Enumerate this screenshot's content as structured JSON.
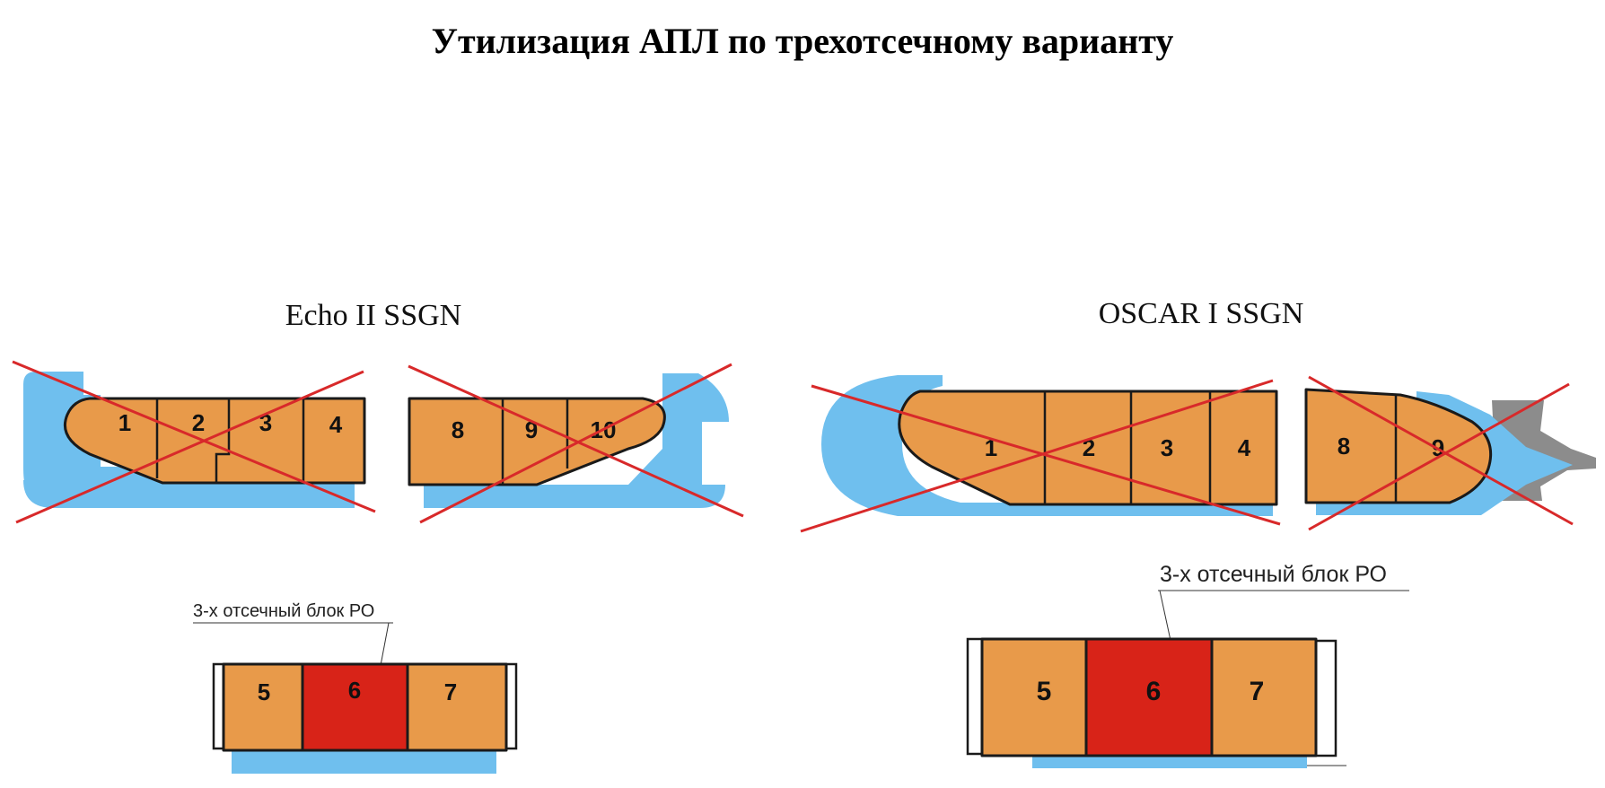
{
  "title": "Утилизация АПЛ по трехотсечному варианту",
  "colors": {
    "hull": "#e89a4a",
    "reactor": "#d82318",
    "water": "#6fbfee",
    "cross": "#d8292a",
    "outline": "#1a1a1a",
    "propeller": "#8c8c8c"
  },
  "echo": {
    "label": "Echo II SSGN",
    "compartments": [
      "1",
      "2",
      "3",
      "4",
      "8",
      "9",
      "10"
    ],
    "block": {
      "callout": "3-х отсечный блок РО",
      "compartments": [
        "5",
        "6",
        "7"
      ]
    }
  },
  "oscar": {
    "label": "OSCAR I SSGN",
    "compartments": [
      "1",
      "2",
      "3",
      "4",
      "8",
      "9"
    ],
    "block": {
      "callout": "3-х отсечный блок РО",
      "compartments": [
        "5",
        "6",
        "7"
      ]
    }
  }
}
